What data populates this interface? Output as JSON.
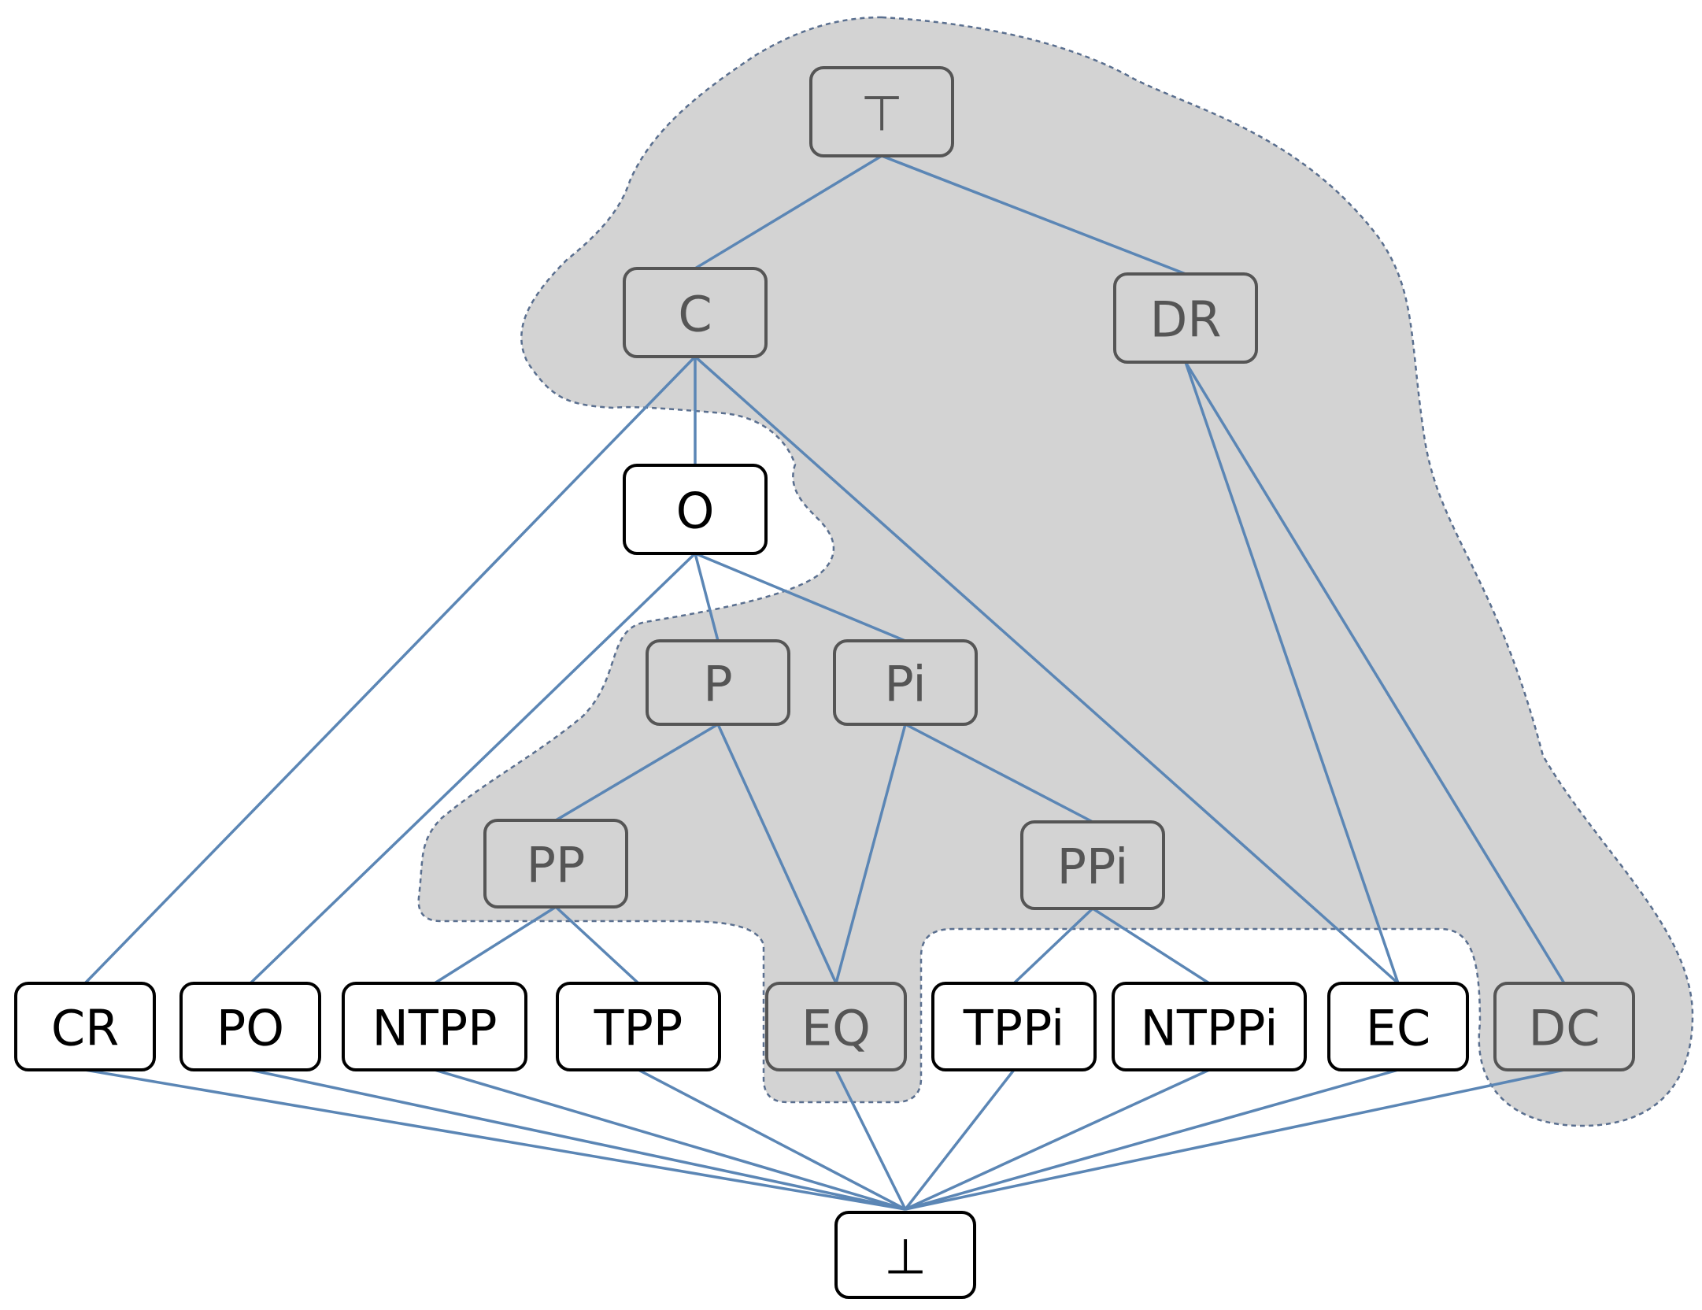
{
  "colors": {
    "region_fill": "#d3d3d3",
    "region_stroke": "#5a6f8f",
    "edge": "#5b86b5",
    "node_fill_highlighted": "#d3d3d3",
    "node_stroke_highlighted": "#555555",
    "node_text_highlighted": "#555555",
    "node_fill_plain": "#ffffff",
    "node_stroke_plain": "#000000",
    "node_text_plain": "#000000"
  },
  "nodes": [
    {
      "id": "top",
      "label": "⊤",
      "highlighted": true
    },
    {
      "id": "C",
      "label": "C",
      "highlighted": true
    },
    {
      "id": "DR",
      "label": "DR",
      "highlighted": true
    },
    {
      "id": "O",
      "label": "O",
      "highlighted": false
    },
    {
      "id": "P",
      "label": "P",
      "highlighted": true
    },
    {
      "id": "Pi",
      "label": "Pi",
      "highlighted": true
    },
    {
      "id": "PP",
      "label": "PP",
      "highlighted": true
    },
    {
      "id": "PPi",
      "label": "PPi",
      "highlighted": true
    },
    {
      "id": "CR",
      "label": "CR",
      "highlighted": false
    },
    {
      "id": "PO",
      "label": "PO",
      "highlighted": false
    },
    {
      "id": "NTPP",
      "label": "NTPP",
      "highlighted": false
    },
    {
      "id": "TPP",
      "label": "TPP",
      "highlighted": false
    },
    {
      "id": "EQ",
      "label": "EQ",
      "highlighted": true
    },
    {
      "id": "TPPi",
      "label": "TPPi",
      "highlighted": false
    },
    {
      "id": "NTPPi",
      "label": "NTPPi",
      "highlighted": false
    },
    {
      "id": "EC",
      "label": "EC",
      "highlighted": false
    },
    {
      "id": "DC",
      "label": "DC",
      "highlighted": true
    },
    {
      "id": "bottom",
      "label": "⊥",
      "highlighted": false
    }
  ],
  "edges": [
    [
      "top",
      "C"
    ],
    [
      "top",
      "DR"
    ],
    [
      "C",
      "O"
    ],
    [
      "C",
      "CR"
    ],
    [
      "C",
      "EC"
    ],
    [
      "DR",
      "EC"
    ],
    [
      "DR",
      "DC"
    ],
    [
      "O",
      "P"
    ],
    [
      "O",
      "Pi"
    ],
    [
      "O",
      "PO"
    ],
    [
      "P",
      "PP"
    ],
    [
      "P",
      "EQ"
    ],
    [
      "Pi",
      "EQ"
    ],
    [
      "Pi",
      "PPi"
    ],
    [
      "PP",
      "NTPP"
    ],
    [
      "PP",
      "TPP"
    ],
    [
      "PPi",
      "TPPi"
    ],
    [
      "PPi",
      "NTPPi"
    ],
    [
      "CR",
      "bottom"
    ],
    [
      "PO",
      "bottom"
    ],
    [
      "NTPP",
      "bottom"
    ],
    [
      "TPP",
      "bottom"
    ],
    [
      "EQ",
      "bottom"
    ],
    [
      "TPPi",
      "bottom"
    ],
    [
      "NTPPi",
      "bottom"
    ],
    [
      "EC",
      "bottom"
    ],
    [
      "DC",
      "bottom"
    ]
  ]
}
